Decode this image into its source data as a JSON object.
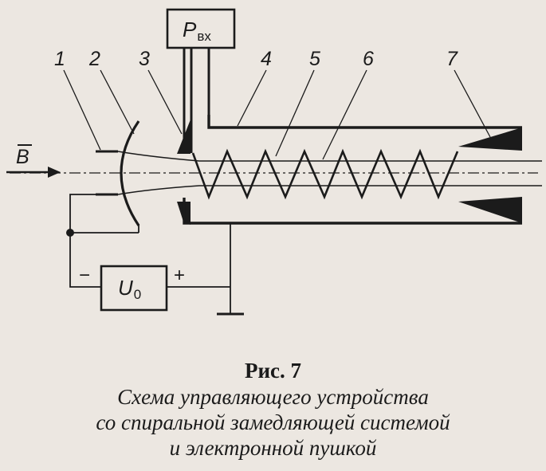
{
  "labels": {
    "part1": "1",
    "part2": "2",
    "part3": "3",
    "part4": "4",
    "part5": "5",
    "part6": "6",
    "part7": "7",
    "field": "B",
    "input_power_main": "P",
    "input_power_sub": "вх",
    "voltage_main": "U",
    "voltage_sub": "0",
    "minus": "−",
    "plus": "+"
  },
  "caption": {
    "title": "Рис. 7",
    "lines": [
      "Схема управляющего устройства",
      "со спиральной замедляющей системой",
      "и электронной пушкой"
    ]
  }
}
